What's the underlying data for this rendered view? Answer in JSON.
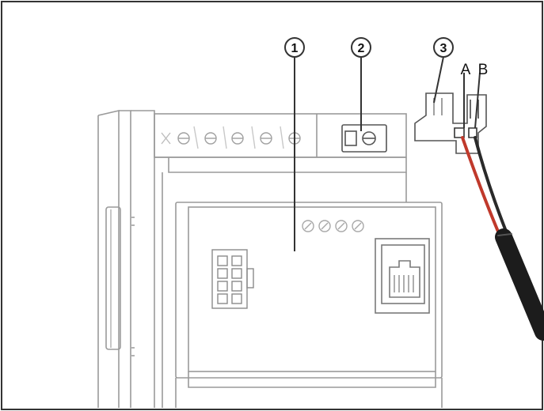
{
  "callouts": [
    {
      "number": "1"
    },
    {
      "number": "2"
    },
    {
      "number": "3"
    }
  ],
  "wire_labels": {
    "a": "A",
    "b": "B"
  },
  "colors": {
    "line": "#6a6a6a",
    "outline": "#9a9a9a",
    "red_wire": "#c0392b",
    "black_wire": "#2a2a2a",
    "frame": "#333333"
  }
}
